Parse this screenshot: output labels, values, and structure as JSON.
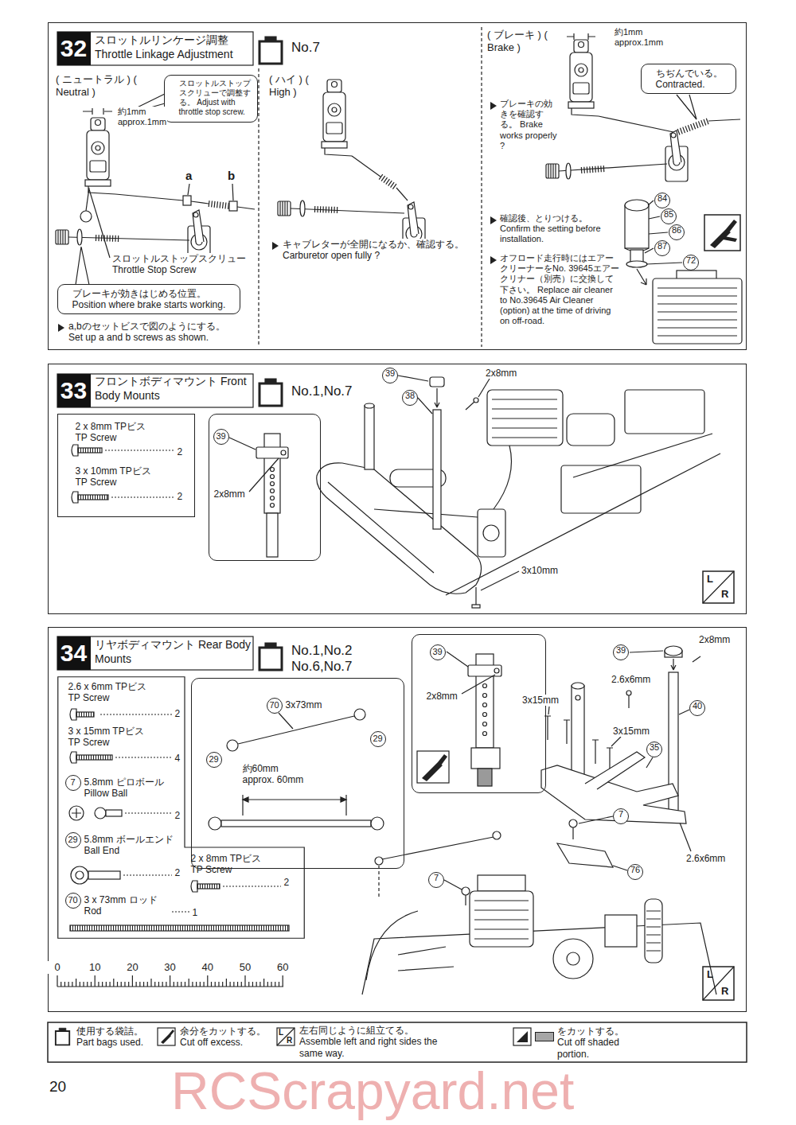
{
  "diagram": {
    "nodes": [
      {
        "text": [
          "スロットルリンケージ調整 Throttle Linkage Adjustment"
        ]
      },
      {
        "text": [
          "32"
        ],
        "in": 0
      },
      {
        "text": [
          "スロットルストップスクリューで調整する。 Adjust with throttle stop screw."
        ],
        "in": 0
      },
      {
        "text": [
          "ブレーキが効きはじめる位置。 Position where brake starts working."
        ],
        "in": 0
      },
      {
        "text": [
          "ちぢんでいる。 Contracted."
        ],
        "in": 0
      },
      {
        "text": [
          "フロントボディマウント Front Body Mounts"
        ]
      },
      {
        "text": [
          "33"
        ],
        "in": 5
      },
      {
        "text": [
          "2 x 8mm TPビス TP Screw",
          "2",
          "3 x 10mm TPビス TP Screw",
          "2"
        ],
        "in": 5
      },
      {
        "text": [
          "39",
          "2x8mm"
        ],
        "in": 5
      },
      {
        "text": [
          "リヤボディマウント Rear Body Mounts"
        ]
      },
      {
        "text": [
          "34"
        ],
        "in": 9
      },
      {
        "text": [
          "2.6 x 6mm TPビス TP Screw",
          "2",
          "3 x 15mm TPビス TP Screw",
          "4",
          "7",
          "5.8mm ピロボール Pillow Ball",
          "2",
          "29",
          "5.8mm ボールエンド Ball End",
          "2",
          "2 x 8mm TPビス TP Screw",
          "2",
          "70",
          "3 x 73mm ロッド Rod",
          "1"
        ],
        "in": 9
      },
      {
        "text": [
          "70",
          "3x73mm",
          "29",
          "29",
          "約60mm approx. 60mm"
        ],
        "in": 9
      },
      {
        "text": [
          "39",
          "2x8mm"
        ],
        "in": 9
      }
    ],
    "labels": [
      "( ニュートラル ) ( Neutral )",
      "約1mm approx.1mm",
      "a",
      "b",
      "スロットルストップスクリュー Throttle Stop Screw",
      "a,bのセットビスで図のようにする。 Set up a and b screws as shown.",
      "No.7",
      "( ハイ ) ( High )",
      "キャブレターが全開になるか、確認する。 Carburetor open fully ?",
      "( ブレーキ ) ( Brake )",
      "約1mm approx.1mm",
      "ブレーキの効きを確認する。 Brake works properly ?",
      "確認後、とりつける。 Confirm the setting before installation.",
      "オフロード走行時にはエアークリーナーをNo. 39645エアークリナー（別売）に交換して下さい。 Replace air cleaner to No.39645 Air Cleaner (option) at the time of driving on off-road.",
      "84",
      "85",
      "86",
      "87",
      "72",
      "No.1,No.7",
      "39",
      "2x8mm",
      "38",
      "3x10mm",
      "L",
      "R",
      "No.1,No.2 No.6,No.7",
      "39",
      "2x8mm",
      "2.6x6mm",
      "3x15mm",
      "3x15mm",
      "40",
      "35",
      "7",
      "76",
      "2.6x6mm",
      "7",
      "L",
      "R",
      "0",
      "10",
      "20",
      "30",
      "40",
      "50",
      "60",
      "L",
      "R",
      "20",
      "RCScrapyard.net"
    ],
    "legend": [
      {
        "text": "使用する袋詰。 Part bags used."
      },
      {
        "text": "余分をカットする。 Cut off excess."
      },
      {
        "text": "左右同じように組立てる。 Assemble left and right sides the same way."
      },
      {
        "text": "をカットする。 Cut off shaded portion.",
        "color": "#a6a6a6"
      }
    ]
  }
}
